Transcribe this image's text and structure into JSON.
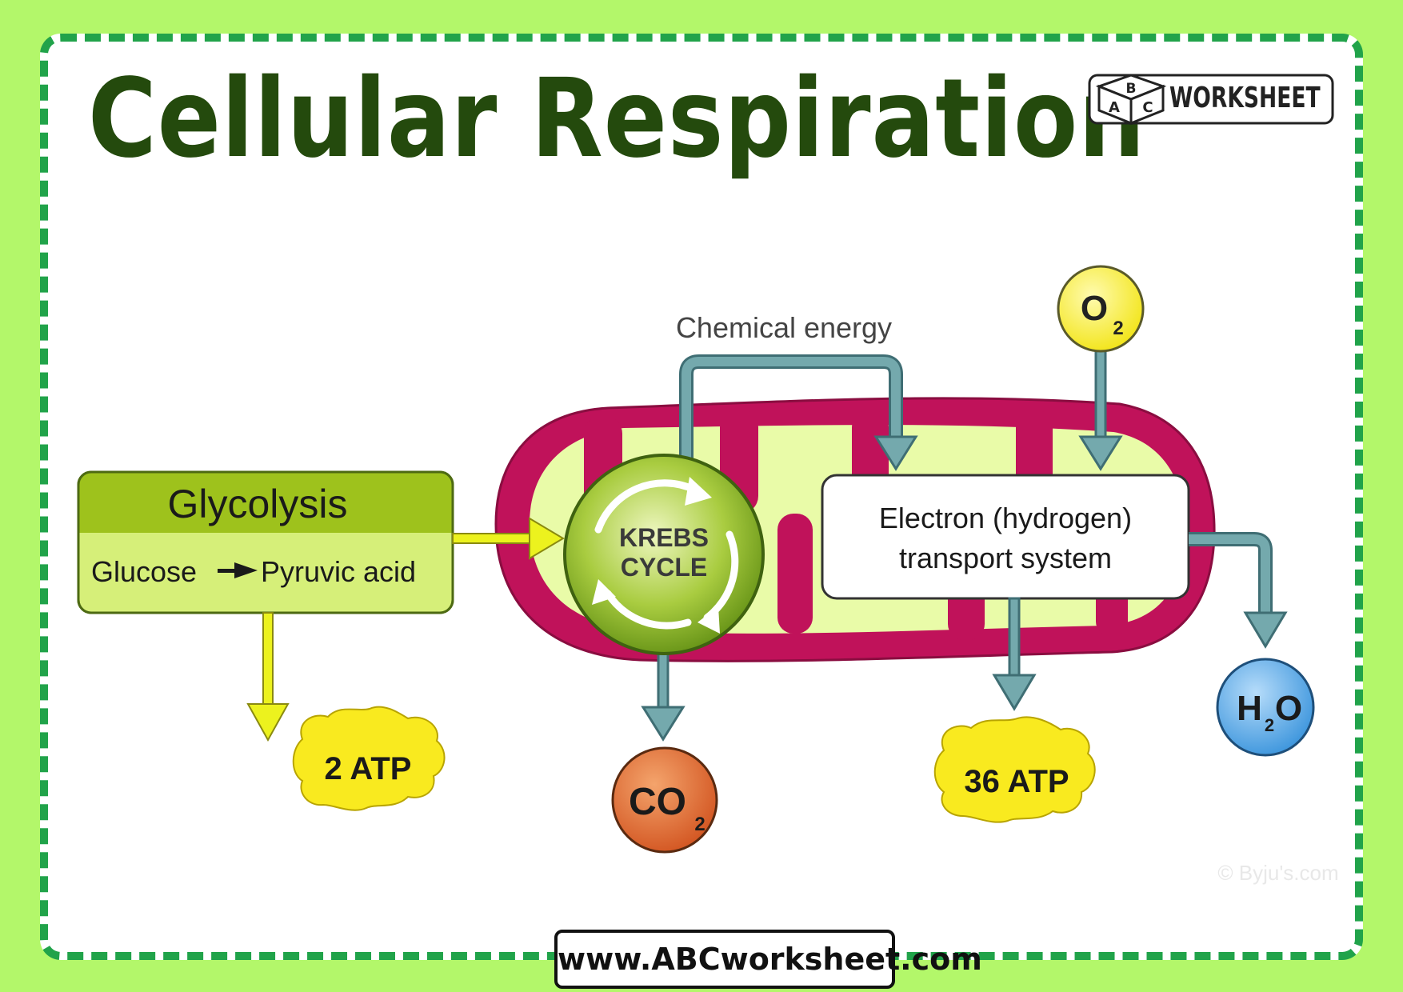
{
  "title": "Cellular Respiration",
  "logo": {
    "cube_letters": [
      "A",
      "B",
      "C"
    ],
    "text": "WORKSHEET"
  },
  "footer_url": "www.ABCworksheet.com",
  "diagram": {
    "chemical_energy_label": "Chemical energy",
    "glycolysis": {
      "heading": "Glycolysis",
      "reaction_from": "Glucose",
      "reaction_to": "Pyruvic acid"
    },
    "krebs": {
      "line1": "KREBS",
      "line2": "CYCLE"
    },
    "ets": {
      "line1": "Electron (hydrogen)",
      "line2": "transport system"
    },
    "oxygen": {
      "symbol": "O",
      "subscript": "2"
    },
    "carbon_dioxide": {
      "symbol": "CO",
      "subscript": "2"
    },
    "water": {
      "symbol_left": "H",
      "subscript": "2",
      "symbol_right": "O"
    },
    "atp_glycolysis": "2 ATP",
    "atp_ets": "36 ATP",
    "credit": "© Byju's.com"
  },
  "colors": {
    "page_background": "#b3f76a",
    "dashed_border": "#21a34a",
    "title": "#244a0d",
    "mitochondrion_membrane": "#c0125a",
    "mitochondrion_inner": "#e9fba8",
    "glycolysis_header": "#9ec21c",
    "glycolysis_body": "#d6ef79",
    "arrow_teal": "#74a9ad",
    "arrow_yellow": "#ecf21e",
    "oxygen_circle": "#f9ef2c",
    "co2_circle": "#e16a32",
    "water_circle": "#4da6e4",
    "atp_blob": "#f9ea1f"
  }
}
